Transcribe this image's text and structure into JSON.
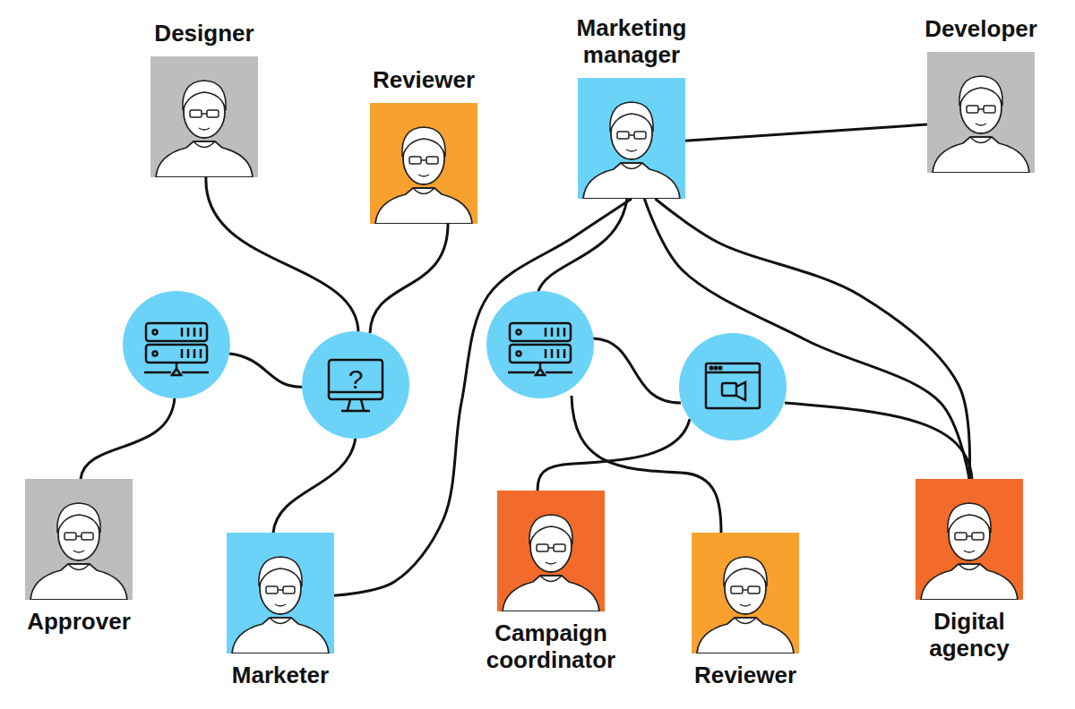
{
  "diagram": {
    "nodes": [
      {
        "text": [
          "Designer"
        ]
      },
      {
        "text": [
          "Reviewer"
        ]
      },
      {
        "text": [
          "Marketing manager"
        ]
      },
      {
        "text": [
          "Developer"
        ]
      },
      {
        "text": [
          "Approver"
        ]
      },
      {
        "text": [
          "Marketer"
        ]
      },
      {
        "text": [
          "Campaign coordinator"
        ]
      },
      {
        "text": [
          "Reviewer"
        ]
      },
      {
        "text": [
          "Digital agency"
        ]
      }
    ],
    "edges": [
      {
        "from": 2,
        "to": 3,
        "arrow": "none"
      },
      {
        "from": 2,
        "to": 5,
        "arrow": "none"
      },
      {
        "from": 2,
        "to": 8,
        "arrow": "none"
      },
      {
        "from": 2,
        "to": 8,
        "arrow": "none"
      }
    ],
    "labels": [
      "?"
    ]
  }
}
